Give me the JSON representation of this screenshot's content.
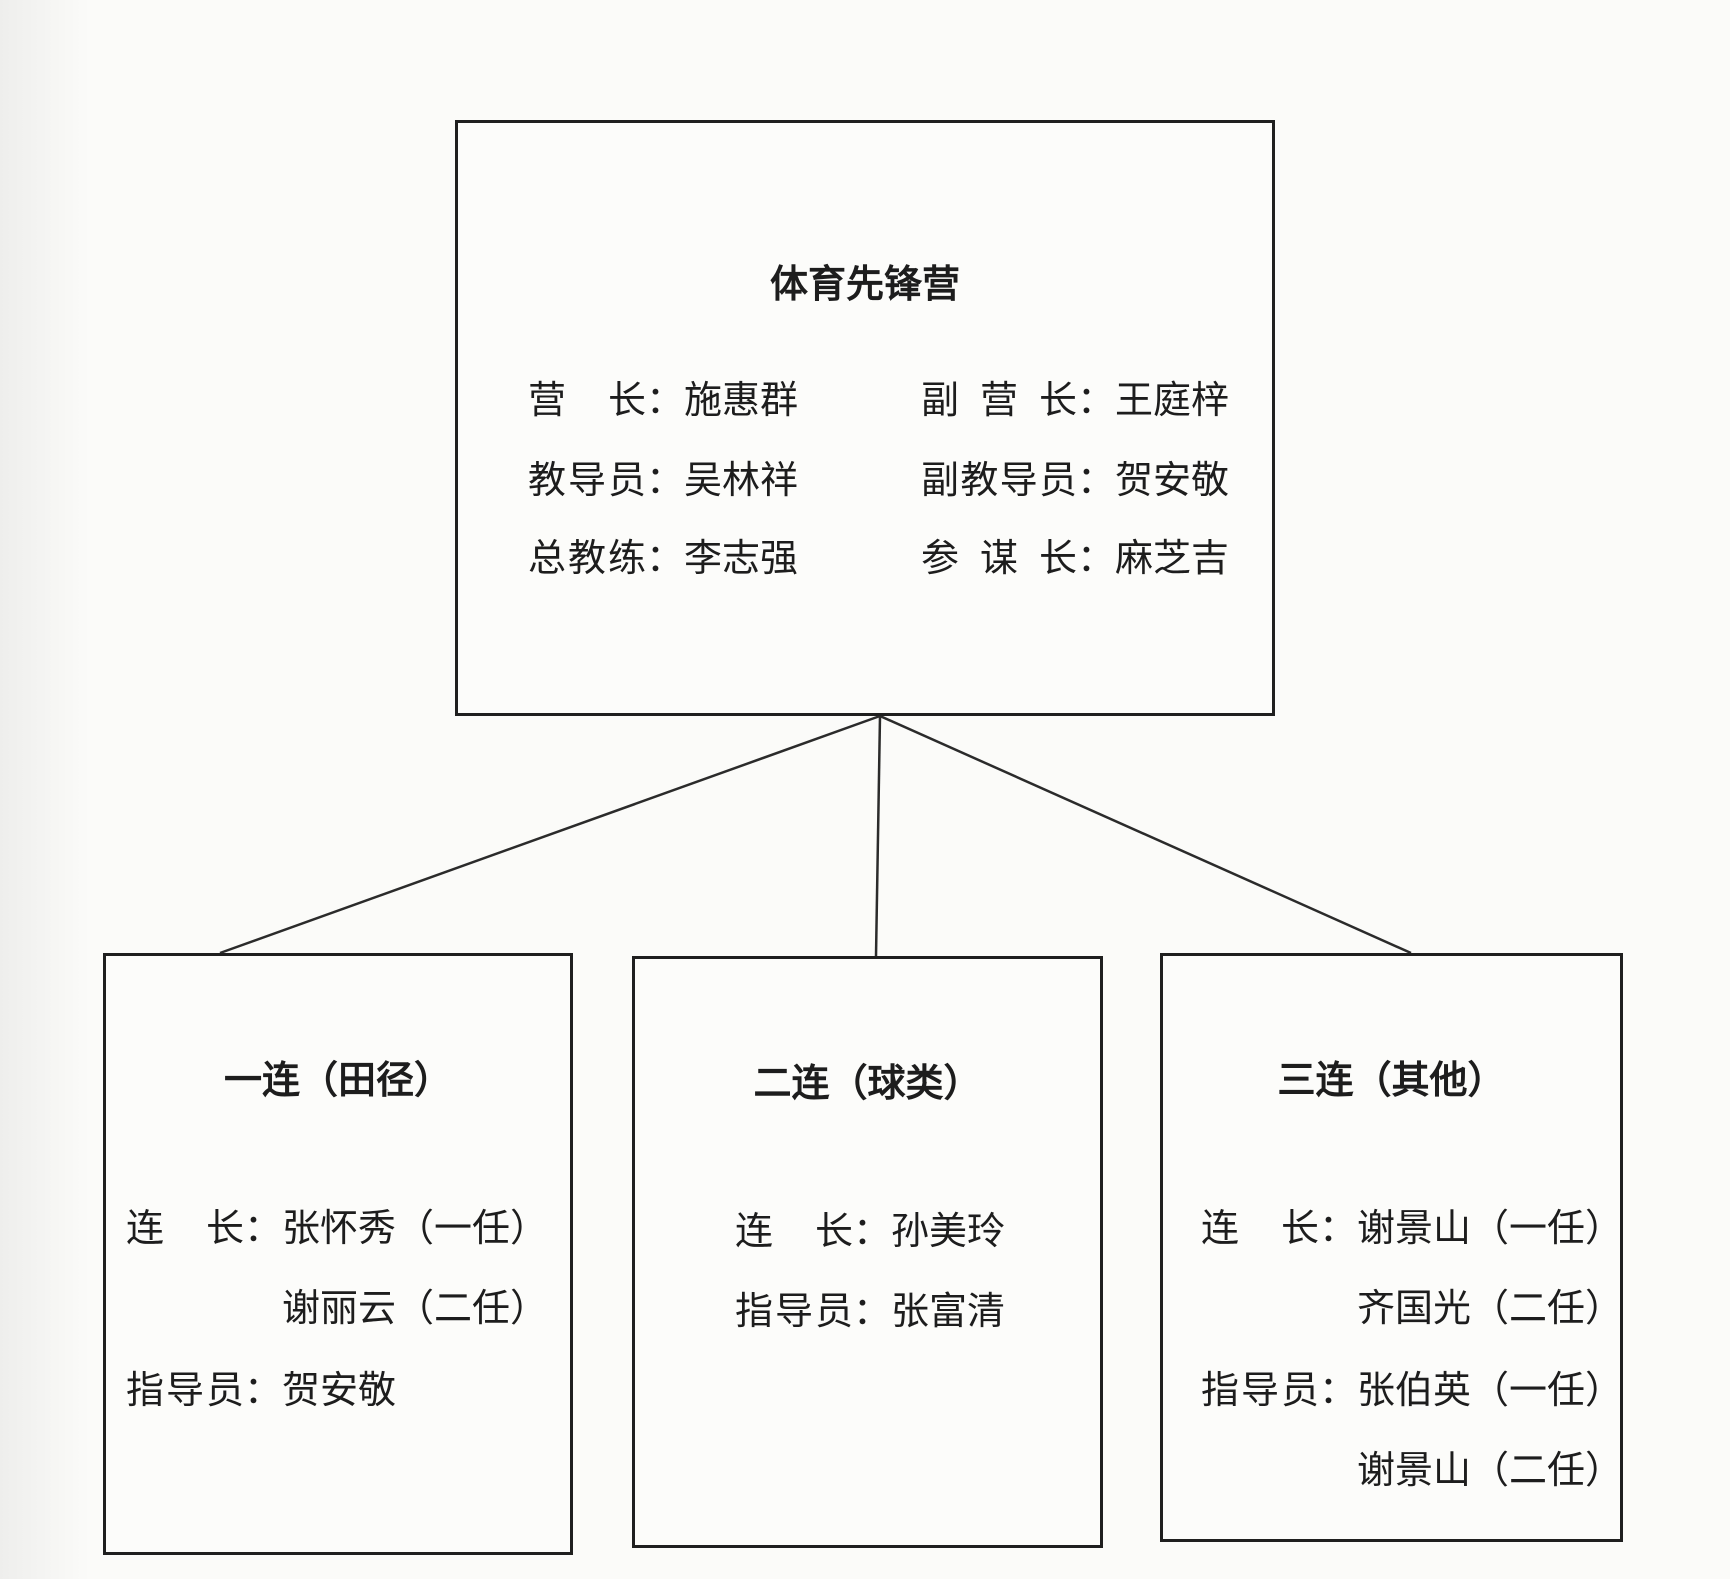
{
  "punct": {
    "colon": "："
  },
  "battalion": {
    "title": "体育先锋营",
    "left_rows": [
      {
        "label": "营长",
        "name": "施惠群"
      },
      {
        "label": "教导员",
        "name": "吴林祥"
      },
      {
        "label": "总教练",
        "name": "李志强"
      }
    ],
    "right_rows": [
      {
        "label": "副营长",
        "name": "王庭梓"
      },
      {
        "label": "副教导员",
        "name": "贺安敬"
      },
      {
        "label": "参谋长",
        "name": "麻芝吉"
      }
    ]
  },
  "companies": [
    {
      "title": "一连（田径）",
      "rows": [
        {
          "label": "连长",
          "name": "张怀秀（一任）"
        },
        {
          "label": "",
          "name": "谢丽云（二任）"
        },
        {
          "label": "指导员",
          "name": "贺安敬"
        }
      ]
    },
    {
      "title": "二连（球类）",
      "rows": [
        {
          "label": "连长",
          "name": "孙美玲"
        },
        {
          "label": "指导员",
          "name": "张富清"
        }
      ]
    },
    {
      "title": "三连（其他）",
      "rows": [
        {
          "label": "连长",
          "name": "谢景山（一任）"
        },
        {
          "label": "",
          "name": "齐国光（二任）"
        },
        {
          "label": "指导员",
          "name": "张伯英（一任）"
        },
        {
          "label": "",
          "name": "谢景山（二任）"
        }
      ]
    }
  ]
}
